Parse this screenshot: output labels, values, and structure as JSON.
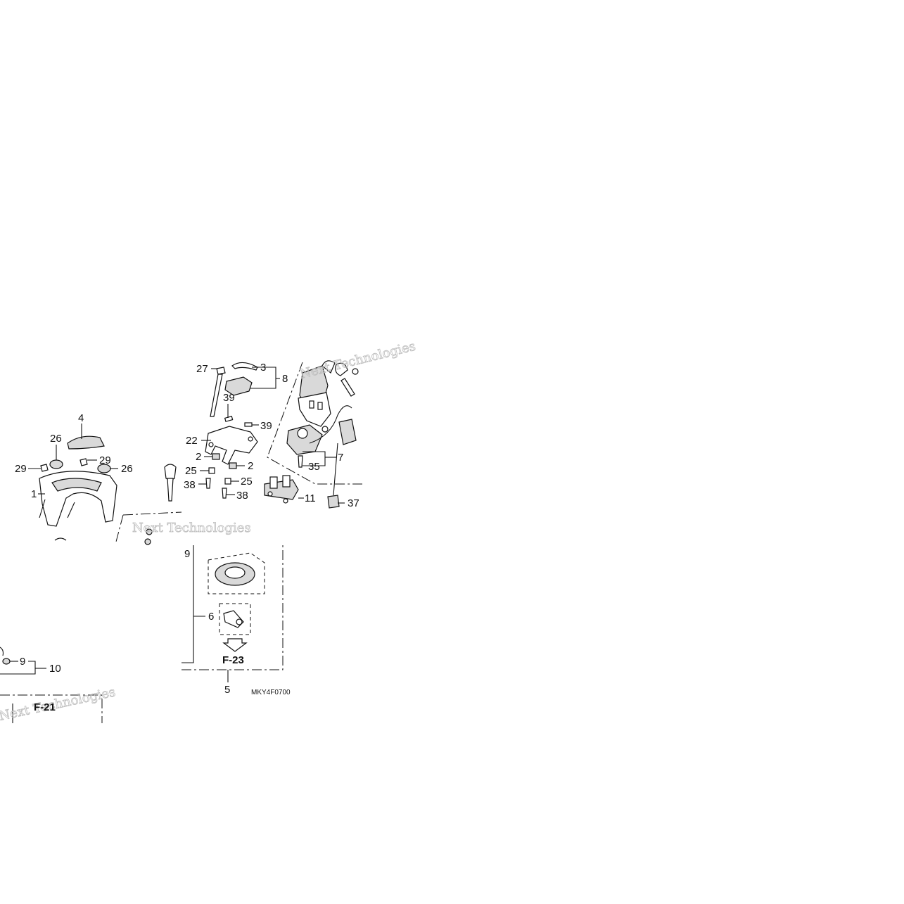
{
  "diagram": {
    "callouts": [
      {
        "id": "c27",
        "text": "27"
      },
      {
        "id": "c3",
        "text": "3"
      },
      {
        "id": "c8",
        "text": "8"
      },
      {
        "id": "c39a",
        "text": "39"
      },
      {
        "id": "c39b",
        "text": "39"
      },
      {
        "id": "c22",
        "text": "22"
      },
      {
        "id": "c2a",
        "text": "2"
      },
      {
        "id": "c2b",
        "text": "2"
      },
      {
        "id": "c25a",
        "text": "25"
      },
      {
        "id": "c25b",
        "text": "25"
      },
      {
        "id": "c38a",
        "text": "38"
      },
      {
        "id": "c38b",
        "text": "38"
      },
      {
        "id": "c4",
        "text": "4"
      },
      {
        "id": "c26a",
        "text": "26"
      },
      {
        "id": "c26b",
        "text": "26"
      },
      {
        "id": "c29a",
        "text": "29"
      },
      {
        "id": "c29b",
        "text": "29"
      },
      {
        "id": "c1",
        "text": "1"
      },
      {
        "id": "c35",
        "text": "35"
      },
      {
        "id": "c7",
        "text": "7"
      },
      {
        "id": "c11",
        "text": "11"
      },
      {
        "id": "c37",
        "text": "37"
      },
      {
        "id": "c9a",
        "text": "9"
      },
      {
        "id": "c9b",
        "text": "9"
      },
      {
        "id": "c6",
        "text": "6"
      },
      {
        "id": "c10",
        "text": "10"
      },
      {
        "id": "c5",
        "text": "5"
      }
    ],
    "refs": {
      "f23": "F-23",
      "f21": "F-21"
    },
    "figure_code": "MKY4F0700",
    "watermark_text": "Next Technologies"
  }
}
